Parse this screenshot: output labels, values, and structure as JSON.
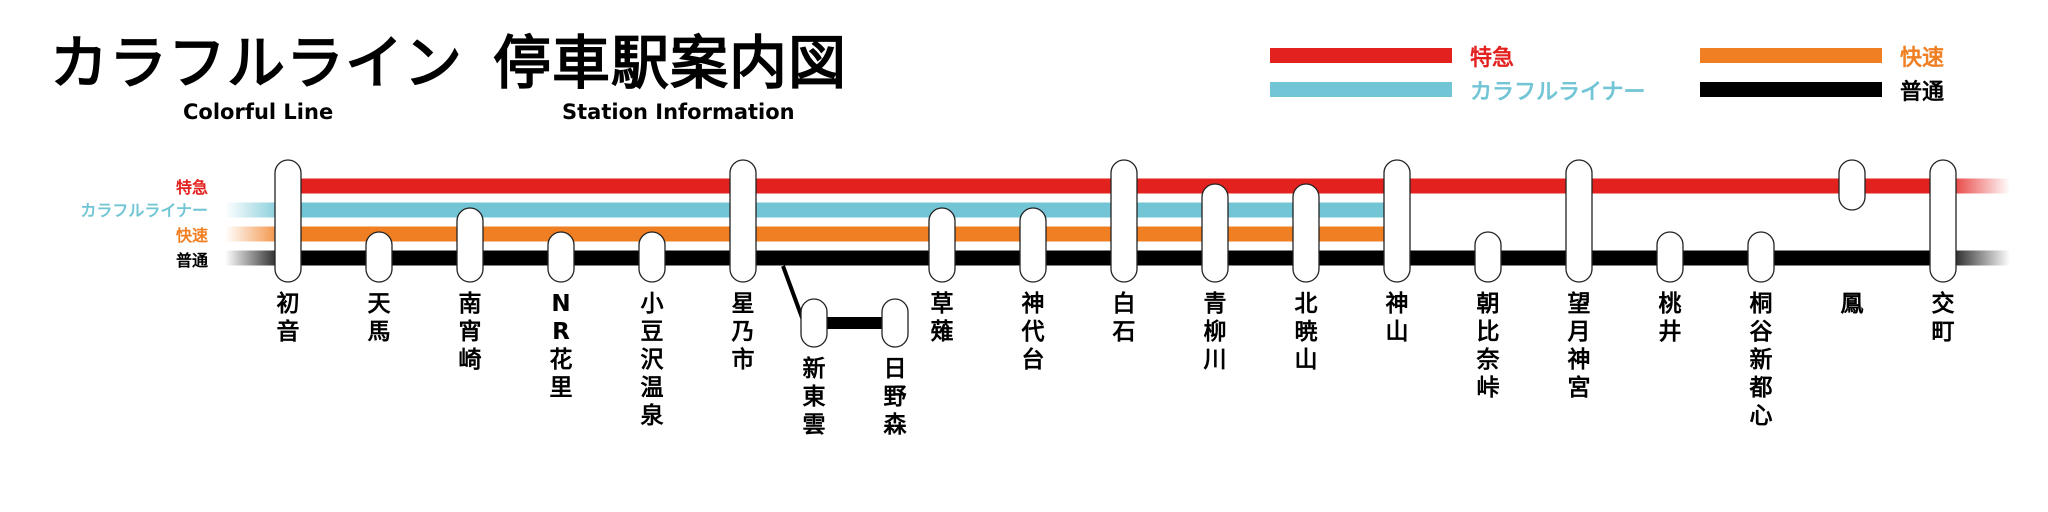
{
  "title": {
    "main": "カラフルライン",
    "sub": "停車駅案内図"
  },
  "subtitle_en": "Colorful Line",
  "subtitle_info": "Station Information",
  "colors": {
    "express": "#e3221f",
    "liner": "#72c5d5",
    "rapid": "#ef7f22",
    "local": "#000000"
  },
  "legend": [
    {
      "id": "express",
      "label": "特急"
    },
    {
      "id": "rapid",
      "label": "快速"
    },
    {
      "id": "liner",
      "label": "カラフルライナー"
    },
    {
      "id": "local",
      "label": "普通"
    }
  ],
  "row_labels": {
    "express": "特急",
    "liner": "カラフルライナー",
    "rapid": "快速",
    "local": "普通"
  },
  "stations": [
    {
      "name": "初音",
      "express": true,
      "liner": true,
      "rapid": true,
      "local": true
    },
    {
      "name": "天馬",
      "express": false,
      "liner": false,
      "rapid": false,
      "local": true
    },
    {
      "name": "南宵崎",
      "express": false,
      "liner": false,
      "rapid": true,
      "local": true
    },
    {
      "name": "NR花里",
      "express": false,
      "liner": false,
      "rapid": false,
      "local": true
    },
    {
      "name": "小豆沢温泉",
      "express": false,
      "liner": false,
      "rapid": false,
      "local": true
    },
    {
      "name": "星乃市",
      "express": true,
      "liner": true,
      "rapid": true,
      "local": true
    },
    {
      "name": "草薙",
      "express": false,
      "liner": false,
      "rapid": true,
      "local": true
    },
    {
      "name": "神代台",
      "express": false,
      "liner": false,
      "rapid": true,
      "local": true
    },
    {
      "name": "白石",
      "express": true,
      "liner": true,
      "rapid": true,
      "local": true
    },
    {
      "name": "青柳川",
      "express": false,
      "liner": true,
      "rapid": true,
      "local": true
    },
    {
      "name": "北暁山",
      "express": false,
      "liner": true,
      "rapid": true,
      "local": true
    },
    {
      "name": "神山",
      "express": true,
      "liner": true,
      "rapid": true,
      "local": true
    },
    {
      "name": "朝比奈峠",
      "express": false,
      "liner": false,
      "rapid": false,
      "local": true
    },
    {
      "name": "望月神宮",
      "express": true,
      "liner": false,
      "rapid": false,
      "local": true
    },
    {
      "name": "桃井",
      "express": false,
      "liner": false,
      "rapid": false,
      "local": true
    },
    {
      "name": "桐谷新都心",
      "express": false,
      "liner": false,
      "rapid": false,
      "local": true
    },
    {
      "name": "鳳",
      "express": true,
      "liner": false,
      "rapid": false,
      "local": false
    },
    {
      "name": "交町",
      "express": true,
      "liner": false,
      "rapid": false,
      "local": true
    }
  ],
  "branch": {
    "from": "星乃市",
    "stations": [
      {
        "name": "新東雲"
      },
      {
        "name": "日野森"
      }
    ]
  }
}
